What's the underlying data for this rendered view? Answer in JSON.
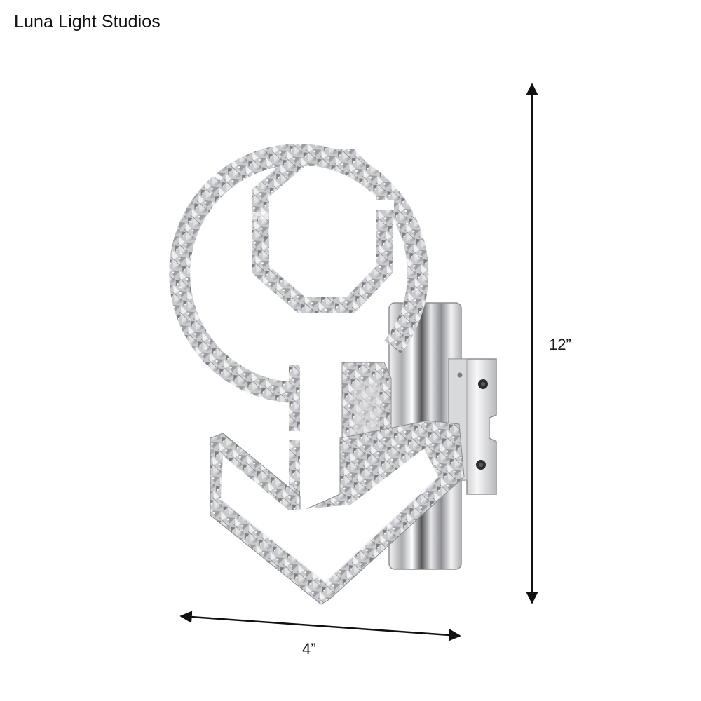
{
  "brand": {
    "name": "Luna Light Studios"
  },
  "product": {
    "image_alt": "Crystal arrow-shaped LED wall sconce with chrome backplate",
    "colors": {
      "crystal_light": "#e9e9eb",
      "crystal_mid": "#b9babd",
      "crystal_dark": "#6f7074",
      "chrome": "#c9cacc",
      "chrome_dark": "#55565a",
      "acrylic_panel": "#ffffff"
    }
  },
  "dimensions": {
    "height": {
      "label": "12”",
      "color": "#111111"
    },
    "width": {
      "label": "4”",
      "color": "#111111"
    }
  }
}
